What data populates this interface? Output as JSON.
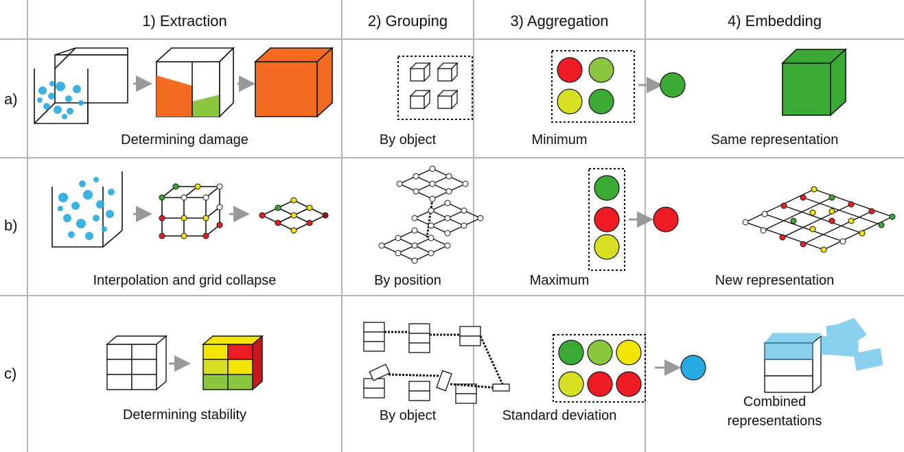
{
  "headers": [
    "1) Extraction",
    "2) Grouping",
    "3) Aggregation",
    "4) Embedding"
  ],
  "rows": [
    {
      "label": "a)",
      "captions": [
        "Determining damage",
        "By object",
        "Minimum",
        "Same representation"
      ]
    },
    {
      "label": "b)",
      "captions": [
        "Interpolation and grid collapse",
        "By position",
        "Maximum",
        "New representation"
      ]
    },
    {
      "label": "c)",
      "captions": [
        "Determining stability",
        "By object",
        "Standard deviation",
        "Combined\nrepresentations"
      ]
    }
  ],
  "colors": {
    "orange": "#f26b21",
    "green": "#3aaa35",
    "light_green": "#8cc63f",
    "yellow": "#f2e500",
    "yellow_green": "#d7df23",
    "red": "#ed1c24",
    "blue": "#27aae1",
    "arrow_gray": "#999999",
    "grid_gray": "#b3b3b3"
  }
}
